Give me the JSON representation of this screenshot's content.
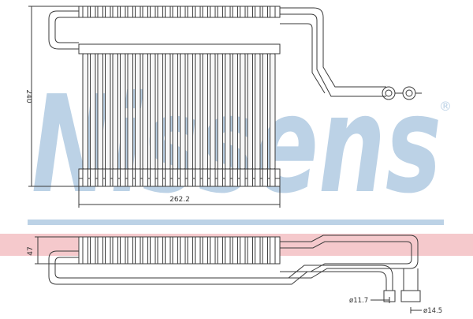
{
  "brand": {
    "logo_text": "Nissens",
    "registered_mark": "®",
    "logo_color": "#bcd2e6",
    "band_color": "#f5c9cc"
  },
  "front_view": {
    "dim_width": "262.2",
    "dim_height": "240",
    "tube_count": 26
  },
  "side_view": {
    "dim_thickness": "47",
    "pipe_small": "ø11.7",
    "pipe_large": "ø14.5"
  },
  "colors": {
    "line": "#3a3a3a",
    "tube_fill": "#f7f7f7"
  }
}
